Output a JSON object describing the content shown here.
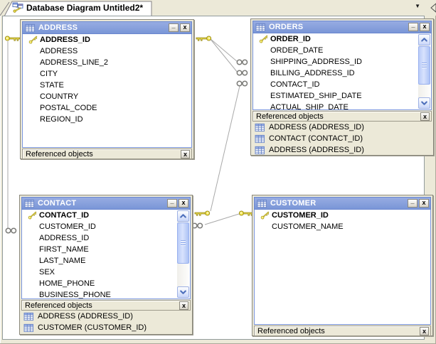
{
  "window": {
    "tab_title": "Database Diagram Untitled2*"
  },
  "labels": {
    "referenced_objects": "Referenced objects",
    "minimize": "_",
    "close": "x",
    "ref_close": "x",
    "dropdown": "▼"
  },
  "icons": {
    "tab": "database-diagram-icon",
    "titlebar": "table-grid-icon",
    "primary_key": "key-icon",
    "relationship_one": "key-icon",
    "relationship_many": "infinity-icon",
    "scroll_up": "chevron-up-icon",
    "scroll_down": "chevron-down-icon"
  },
  "tables": {
    "address": {
      "title": "ADDRESS",
      "columns": [
        "ADDRESS_ID",
        "ADDRESS",
        "ADDRESS_LINE_2",
        "CITY",
        "STATE",
        "COUNTRY",
        "POSTAL_CODE",
        "REGION_ID"
      ],
      "primary_key": "ADDRESS_ID",
      "referenced": []
    },
    "orders": {
      "title": "ORDERS",
      "columns": [
        "ORDER_ID",
        "ORDER_DATE",
        "SHIPPING_ADDRESS_ID",
        "BILLING_ADDRESS_ID",
        "CONTACT_ID",
        "ESTIMATED_SHIP_DATE",
        "ACTUAL_SHIP_DATE"
      ],
      "primary_key": "ORDER_ID",
      "referenced": [
        "ADDRESS (ADDRESS_ID)",
        "CONTACT (CONTACT_ID)",
        "ADDRESS (ADDRESS_ID)"
      ]
    },
    "contact": {
      "title": "CONTACT",
      "columns": [
        "CONTACT_ID",
        "CUSTOMER_ID",
        "ADDRESS_ID",
        "FIRST_NAME",
        "LAST_NAME",
        "SEX",
        "HOME_PHONE",
        "BUSINESS_PHONE"
      ],
      "primary_key": "CONTACT_ID",
      "referenced": [
        "ADDRESS (ADDRESS_ID)",
        "CUSTOMER (CUSTOMER_ID)"
      ]
    },
    "customer": {
      "title": "CUSTOMER",
      "columns": [
        "CUSTOMER_ID",
        "CUSTOMER_NAME"
      ],
      "primary_key": "CUSTOMER_ID",
      "referenced": []
    }
  },
  "colors": {
    "titlebar_top": "#97ACE2",
    "titlebar_bottom": "#7A96D7",
    "window_chrome": "#ECE9D8",
    "list_border": "#7A96DF",
    "canvas": "#FFFFFF",
    "connector_line": "#A9A9A9",
    "key_gold": "#F2E44E",
    "scroll_thumb": "#C6D5FA"
  }
}
